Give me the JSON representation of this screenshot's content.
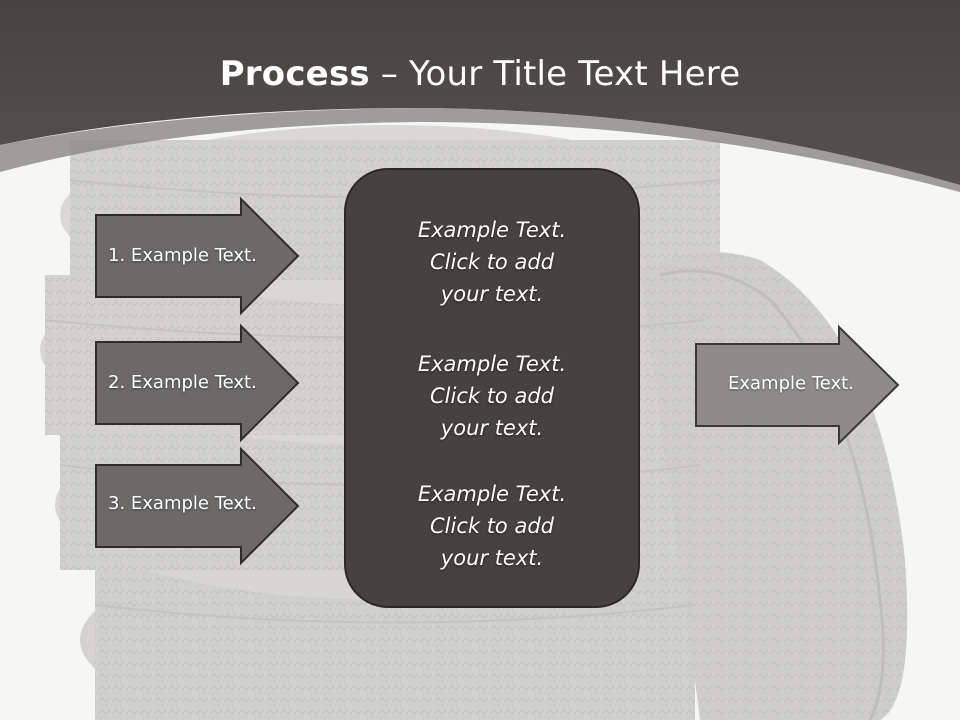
{
  "title": {
    "bold": "Process",
    "rest": " – Your Title Text Here"
  },
  "left_arrows": [
    {
      "label": "1. Example Text."
    },
    {
      "label": "2. Example Text."
    },
    {
      "label": "3. Example Text."
    }
  ],
  "center_box": {
    "items": [
      {
        "lines": [
          "Example Text.",
          "Click  to add",
          "your text."
        ]
      },
      {
        "lines": [
          "Example Text.",
          "Click  to add",
          "your text."
        ]
      },
      {
        "lines": [
          "Example Text.",
          "Click  to add",
          "your text."
        ]
      }
    ]
  },
  "right_arrow": {
    "label": "Example Text."
  },
  "colors": {
    "header": "#4b4745",
    "arrow_fill": "#6c6a69",
    "right_arrow_fill": "#8e8c8a",
    "box_fill": "#46423f"
  }
}
